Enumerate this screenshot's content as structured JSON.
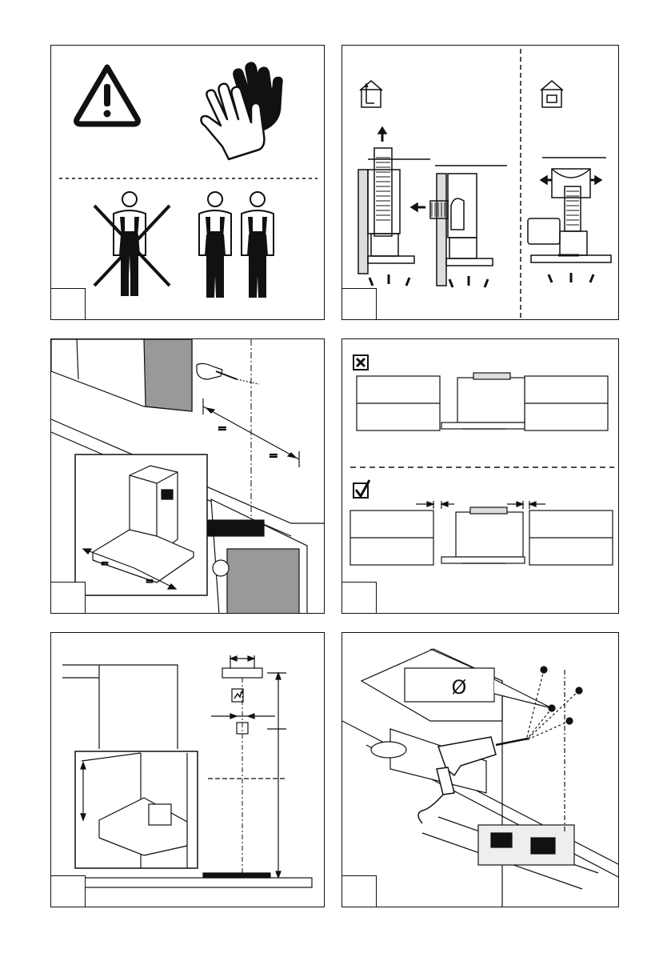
{
  "document": {
    "type": "installation-instructions-illustrations",
    "panels": [
      {
        "id": "p1",
        "number": "",
        "content": [
          "warning-icon",
          "protective-gloves-icon",
          "single-installer-prohibited",
          "two-installers-required"
        ]
      },
      {
        "id": "p2",
        "number": "",
        "content": [
          "ducted-version-house-icon",
          "recirculation-version-house-icon",
          "ducted-vertical-outlet",
          "ducted-rear-outlet",
          "recirculation-with-carbon-filter"
        ]
      },
      {
        "id": "p3",
        "number": "",
        "content": [
          "kitchen-island-hood-centering",
          "equal-distance-marks"
        ]
      },
      {
        "id": "p4",
        "number": "",
        "content": [
          "wrong-position-between-cabinets",
          "correct-position-with-clearance"
        ]
      },
      {
        "id": "p5",
        "number": "",
        "content": [
          "mounting-bracket-dimensions",
          "installation-height-measurement"
        ]
      },
      {
        "id": "p6",
        "number": "",
        "content": [
          "drill-ceiling-holes",
          "drill-bit-diameter-callout"
        ]
      }
    ],
    "labels": {
      "equal_mark": "=",
      "diameter_symbol": "Ø"
    },
    "colors": {
      "line": "#111111",
      "cabinet_gray": "#9a9a9a",
      "black": "#111111"
    }
  }
}
